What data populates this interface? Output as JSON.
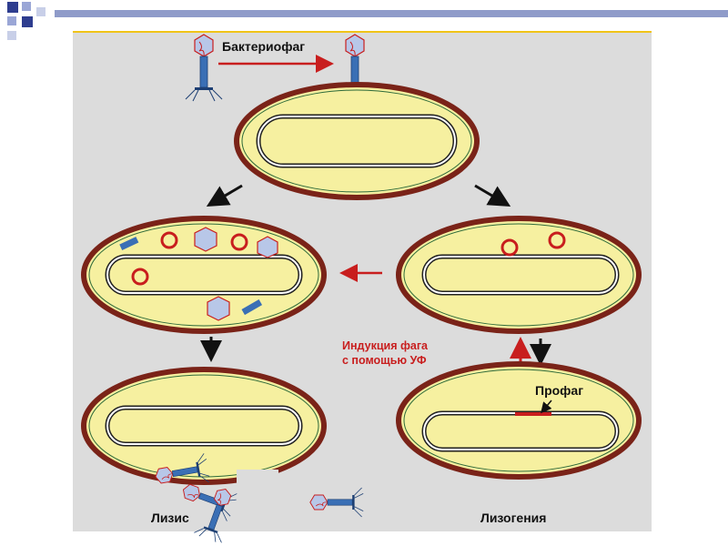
{
  "labels": {
    "bacteriophage": "Бактериофаг",
    "induction_line1": "Индукция фага",
    "induction_line2": "с помощью УФ",
    "prophage": "Профаг",
    "lysis": "Лизис",
    "lysogeny": "Лизогения"
  },
  "colors": {
    "cell_wall": "#7a2318",
    "cytoplasm": "#f6f0a0",
    "arrow_red": "#c81e1e",
    "arrow_black": "#111111",
    "phage_blue": "#3a6fb5",
    "panel": "#dcdcdc",
    "accent_yellow": "#f0c419"
  }
}
